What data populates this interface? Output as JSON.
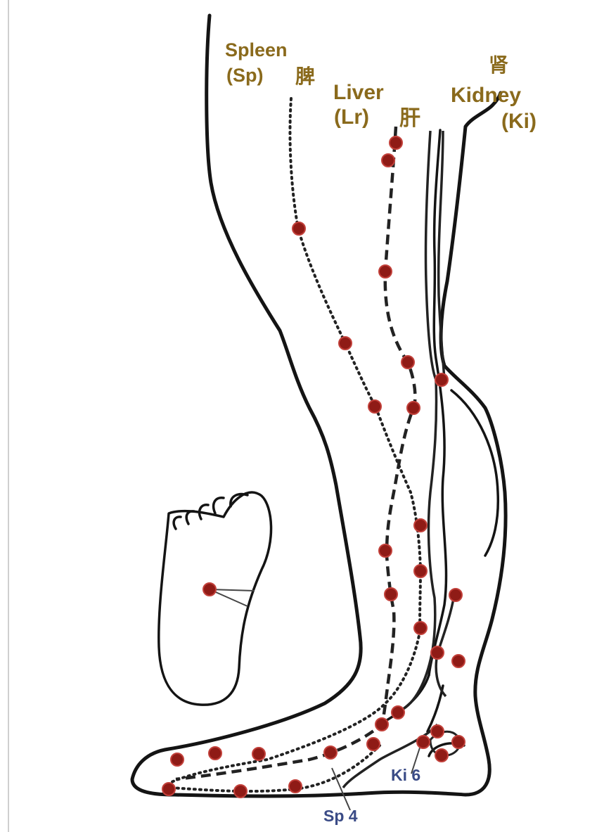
{
  "labels": {
    "spleen_name": "Spleen",
    "spleen_abbr": "(Sp)",
    "spleen_cjk": "脾",
    "liver_name": "Liver",
    "liver_abbr": "(Lr)",
    "liver_cjk": "肝",
    "kidney_cjk": "肾",
    "kidney_name": "Kidney",
    "kidney_abbr": "(Ki)",
    "ki6": "Ki 6",
    "sp4": "Sp 4"
  },
  "colors": {
    "label_gold": "#8a6a1c",
    "label_blue": "#3a4b86",
    "acupoint": "#8f1b16",
    "outline": "#141414"
  }
}
